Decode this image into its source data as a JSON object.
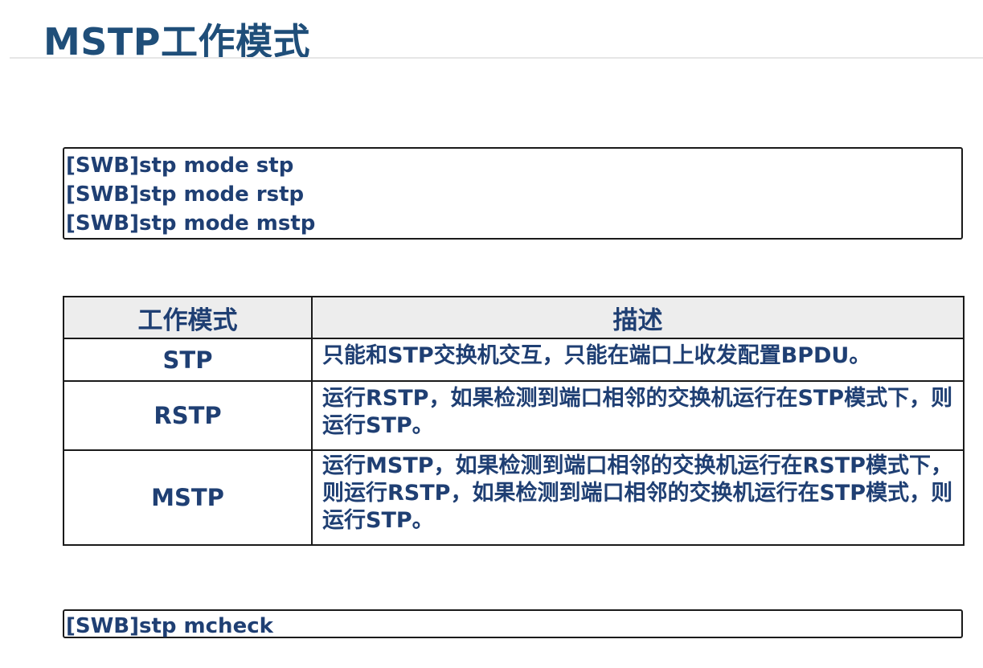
{
  "slide": {
    "title": "MSTP工作模式"
  },
  "commands_top": [
    "[SWB]stp mode stp",
    "[SWB]stp mode rstp",
    "[SWB]stp mode mstp"
  ],
  "table": {
    "headers": [
      "工作模式",
      "描述"
    ],
    "rows": [
      {
        "mode": "STP",
        "description": "只能和STP交换机交互，只能在端口上收发配置BPDU。"
      },
      {
        "mode": "RSTP",
        "description": "运行RSTP，如果检测到端口相邻的交换机运行在STP模式下，则运行STP。"
      },
      {
        "mode": "MSTP",
        "description": "运行MSTP，如果检测到端口相邻的交换机运行在RSTP模式下，则运行RSTP，如果检测到端口相邻的交换机运行在STP模式，则运行STP。"
      }
    ]
  },
  "commands_bottom": [
    "[SWB]stp mcheck"
  ],
  "colors": {
    "title": "#1f4e79",
    "text": "#1f3f73",
    "header_bg": "#ededed",
    "border": "#1a1a1a"
  }
}
